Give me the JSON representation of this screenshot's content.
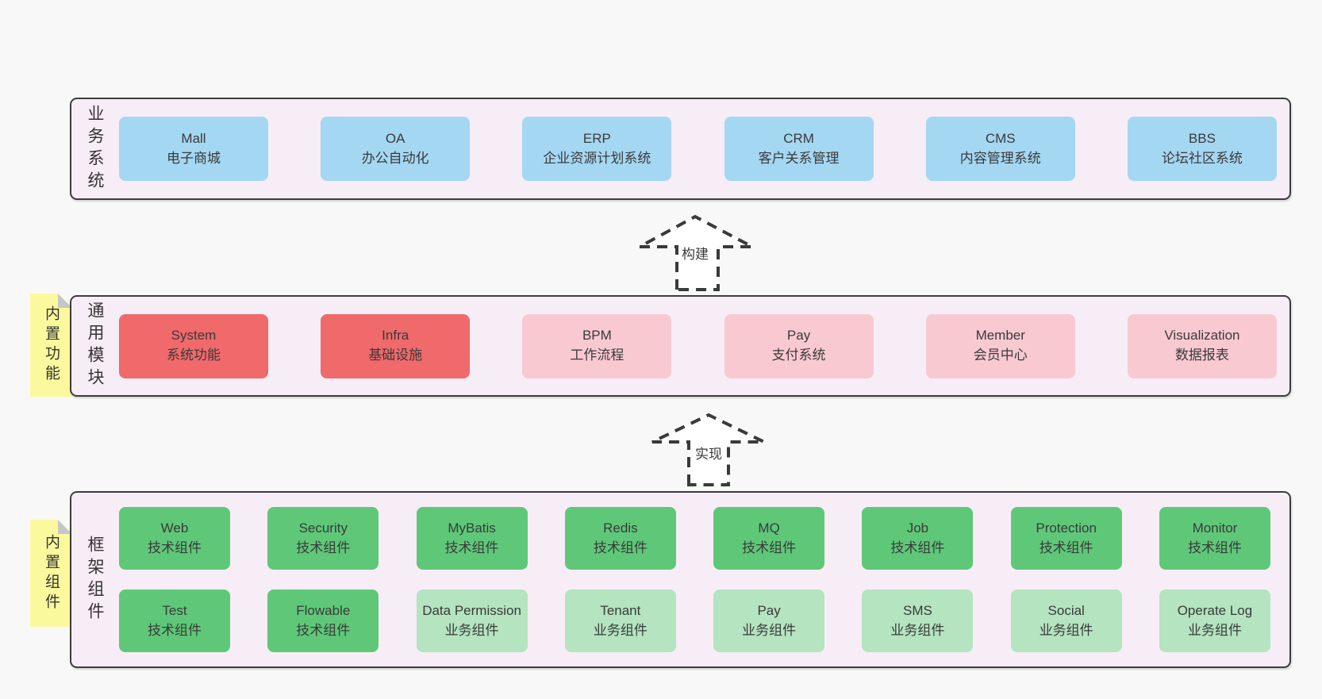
{
  "diagram": {
    "arrows": [
      {
        "label": "构建"
      },
      {
        "label": "实现"
      }
    ],
    "panels": {
      "business": {
        "label": "业务系统",
        "boxes": [
          {
            "en": "Mall",
            "zh": "电子商城"
          },
          {
            "en": "OA",
            "zh": "办公自动化"
          },
          {
            "en": "ERP",
            "zh": "企业资源计划系统"
          },
          {
            "en": "CRM",
            "zh": "客户关系管理"
          },
          {
            "en": "CMS",
            "zh": "内容管理系统"
          },
          {
            "en": "BBS",
            "zh": "论坛社区系统"
          }
        ]
      },
      "modules": {
        "label": "通用模块",
        "note": "内置功能",
        "boxes": [
          {
            "en": "System",
            "zh": "系统功能"
          },
          {
            "en": "Infra",
            "zh": "基础设施"
          },
          {
            "en": "BPM",
            "zh": "工作流程"
          },
          {
            "en": "Pay",
            "zh": "支付系统"
          },
          {
            "en": "Member",
            "zh": "会员中心"
          },
          {
            "en": "Visualization",
            "zh": "数据报表"
          }
        ]
      },
      "components": {
        "label": "框架组件",
        "note": "内置组件",
        "row1": [
          {
            "en": "Web",
            "zh": "技术组件"
          },
          {
            "en": "Security",
            "zh": "技术组件"
          },
          {
            "en": "MyBatis",
            "zh": "技术组件"
          },
          {
            "en": "Redis",
            "zh": "技术组件"
          },
          {
            "en": "MQ",
            "zh": "技术组件"
          },
          {
            "en": "Job",
            "zh": "技术组件"
          },
          {
            "en": "Protection",
            "zh": "技术组件"
          },
          {
            "en": "Monitor",
            "zh": "技术组件"
          }
        ],
        "row2": [
          {
            "en": "Test",
            "zh": "技术组件"
          },
          {
            "en": "Flowable",
            "zh": "技术组件"
          },
          {
            "en": "Data Permission",
            "zh": "业务组件"
          },
          {
            "en": "Tenant",
            "zh": "业务组件"
          },
          {
            "en": "Pay",
            "zh": "业务组件"
          },
          {
            "en": "SMS",
            "zh": "业务组件"
          },
          {
            "en": "Social",
            "zh": "业务组件"
          },
          {
            "en": "Operate Log",
            "zh": "业务组件"
          }
        ]
      }
    },
    "colors": {
      "business_box": "#a4d7f2",
      "core_module_box": "#f0696b",
      "module_box": "#f9c9d2",
      "tech_component_box": "#5ec878",
      "biz_component_box": "#b4e4c0",
      "sticky_note": "#fbf99d",
      "panel_background": "#f7edf6"
    }
  }
}
